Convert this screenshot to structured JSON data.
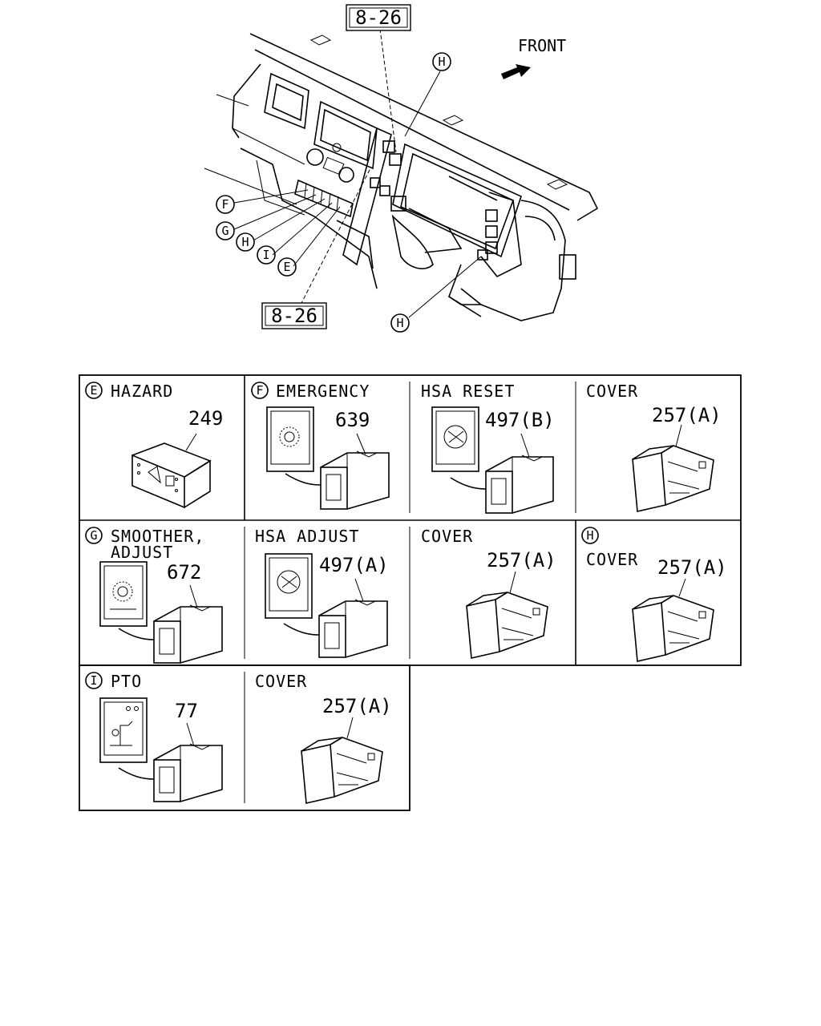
{
  "diagram": {
    "direction_label": "FRONT",
    "ref_top": "8-26",
    "ref_bottom": "8-26",
    "callouts": {
      "top_h": "H",
      "left": [
        "F",
        "G",
        "H",
        "I",
        "E"
      ],
      "bottom_h": "H"
    }
  },
  "table": {
    "cells": [
      {
        "key": "hazard",
        "letter": "E",
        "label": "HAZARD",
        "part": "249"
      },
      {
        "key": "emergency",
        "letter": "F",
        "label": "EMERGENCY",
        "part": "639"
      },
      {
        "key": "hsa_reset",
        "letter": "",
        "label": "HSA RESET",
        "part": "497(B)"
      },
      {
        "key": "cover_1",
        "letter": "",
        "label": "COVER",
        "part": "257(A)"
      },
      {
        "key": "smoother",
        "letter": "G",
        "label": "SMOOTHER,",
        "label2": "ADJUST",
        "part": "672"
      },
      {
        "key": "hsa_adjust",
        "letter": "",
        "label": "HSA ADJUST",
        "part": "497(A)"
      },
      {
        "key": "cover_2",
        "letter": "",
        "label": "COVER",
        "part": "257(A)"
      },
      {
        "key": "cover_h",
        "letter": "H",
        "label": "COVER",
        "part": "257(A)"
      },
      {
        "key": "pto",
        "letter": "I",
        "label": "PTO",
        "part": "77"
      },
      {
        "key": "cover_3",
        "letter": "",
        "label": "COVER",
        "part": "257(A)"
      }
    ]
  }
}
